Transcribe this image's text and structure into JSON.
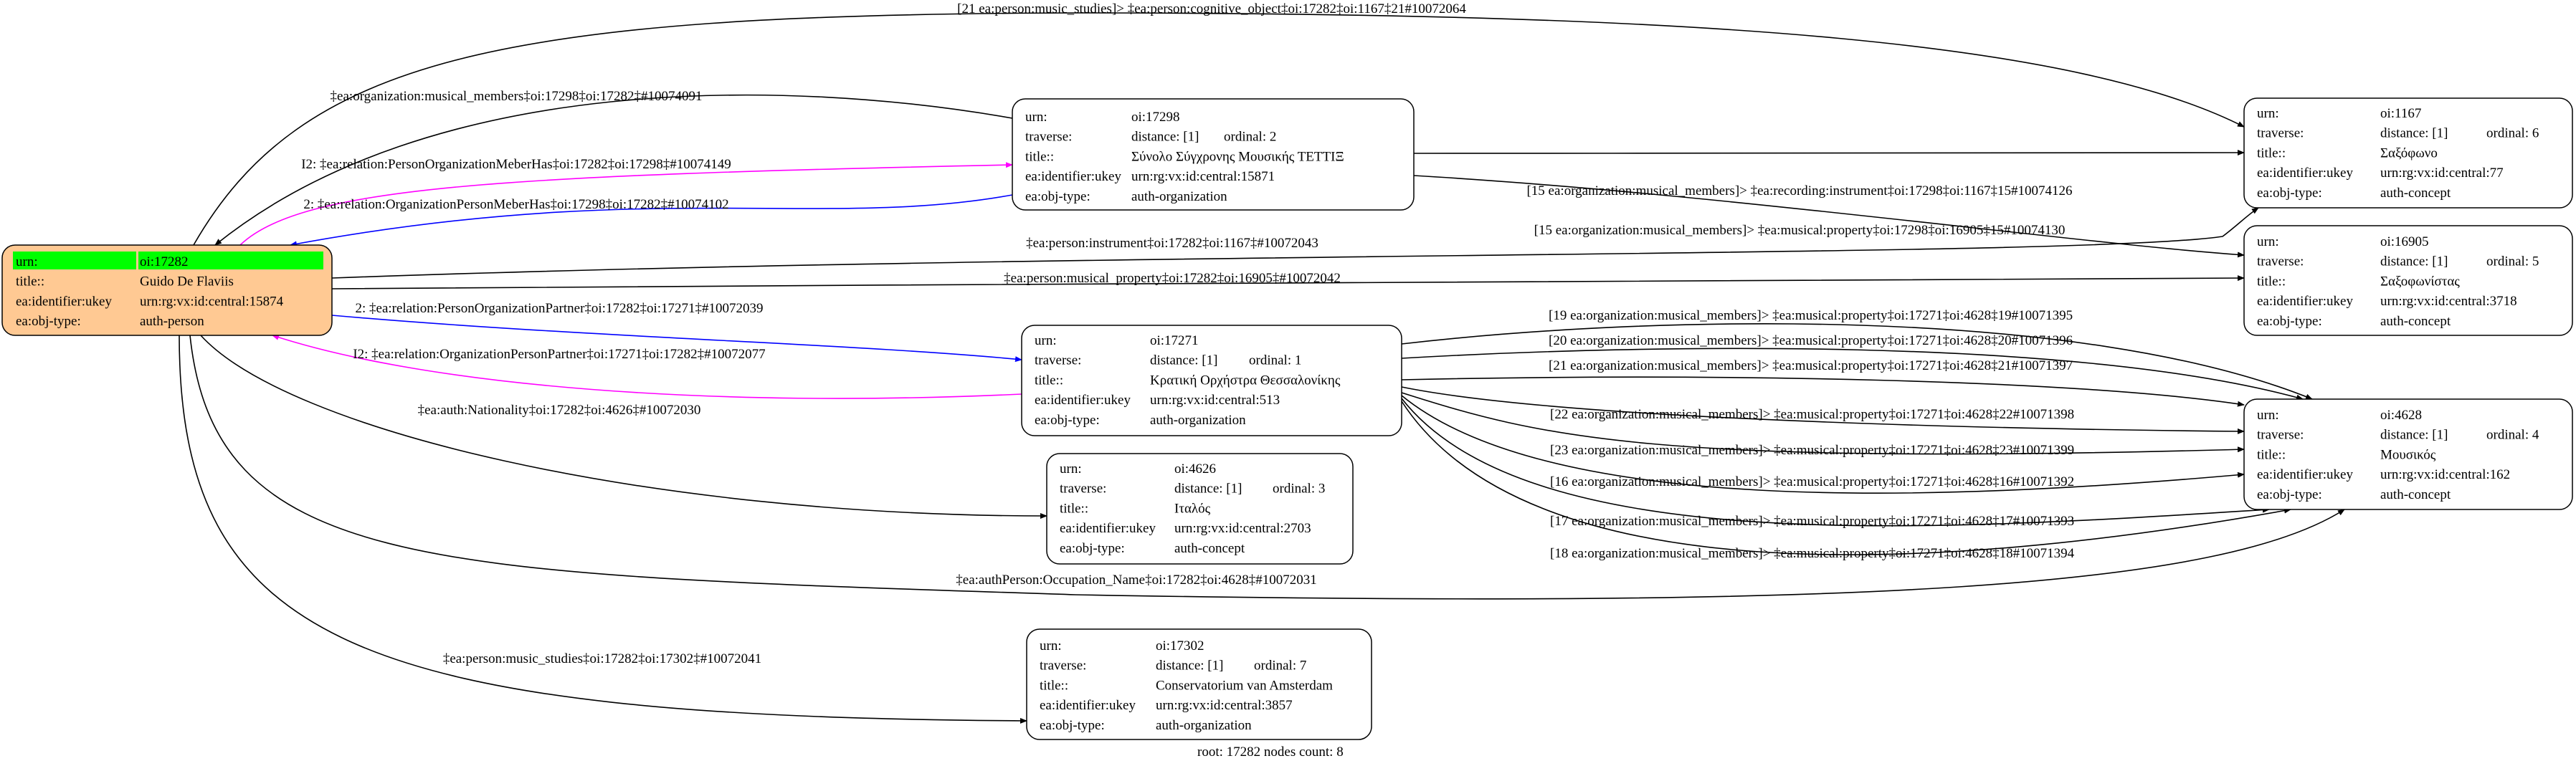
{
  "colors": {
    "root_fill": "#ffc993",
    "root_highlight": "#00ff00",
    "edge_default": "#000000",
    "edge_blue": "#0000ff",
    "edge_magenta": "#ff00ff"
  },
  "labels": {
    "urn": "urn:",
    "traverse": "traverse:",
    "title": "title::",
    "ukey": "ea:identifier:ukey",
    "type": "ea:obj-type:"
  },
  "nodes": [
    {
      "id": "17282",
      "root": true,
      "urn": "oi:17282",
      "title": "Guido De Flaviis",
      "ukey": "urn:rg:vx:id:central:15874",
      "type": "auth-person"
    },
    {
      "id": "17298",
      "urn": "oi:17298",
      "distance": "distance: [1]",
      "ordinal": "ordinal: 2",
      "title": "Σύνολο Σύγχρονης Μουσικής ΤΕΤΤΙΞ",
      "ukey": "urn:rg:vx:id:central:15871",
      "type": "auth-organization"
    },
    {
      "id": "1167",
      "urn": "oi:1167",
      "distance": "distance: [1]",
      "ordinal": "ordinal: 6",
      "title": "Σαξόφωνο",
      "ukey": "urn:rg:vx:id:central:77",
      "type": "auth-concept"
    },
    {
      "id": "16905",
      "urn": "oi:16905",
      "distance": "distance: [1]",
      "ordinal": "ordinal: 5",
      "title": "Σαξοφωνίστας",
      "ukey": "urn:rg:vx:id:central:3718",
      "type": "auth-concept"
    },
    {
      "id": "17271",
      "urn": "oi:17271",
      "distance": "distance: [1]",
      "ordinal": "ordinal: 1",
      "title": "Κρατική Ορχήστρα Θεσσαλονίκης",
      "ukey": "urn:rg:vx:id:central:513",
      "type": "auth-organization"
    },
    {
      "id": "4626",
      "urn": "oi:4626",
      "distance": "distance: [1]",
      "ordinal": "ordinal: 3",
      "title": "Ιταλός",
      "ukey": "urn:rg:vx:id:central:2703",
      "type": "auth-concept"
    },
    {
      "id": "4628",
      "urn": "oi:4628",
      "distance": "distance: [1]",
      "ordinal": "ordinal: 4",
      "title": "Μουσικός",
      "ukey": "urn:rg:vx:id:central:162",
      "type": "auth-concept"
    },
    {
      "id": "17302",
      "urn": "oi:17302",
      "distance": "distance: [1]",
      "ordinal": "ordinal: 7",
      "title": "Conservatorium van Amsterdam",
      "ukey": "urn:rg:vx:id:central:3857",
      "type": "auth-organization"
    }
  ],
  "edges": [
    {
      "from": "17282",
      "to": "1167",
      "color": "black",
      "label": "[21 ea:person:music_studies]> ‡ea:person:cognitive_object‡oi:17282‡oi:1167‡21#10072064"
    },
    {
      "from": "17298",
      "to": "17282",
      "color": "black",
      "label": "‡ea:organization:musical_members‡oi:17298‡oi:17282‡#10074091"
    },
    {
      "from": "17282",
      "to": "17298",
      "color": "magenta",
      "label": "I2: ‡ea:relation:PersonOrganizationMeberHas‡oi:17282‡oi:17298‡#10074149"
    },
    {
      "from": "17298",
      "to": "17282",
      "color": "blue",
      "label": "2: ‡ea:relation:OrganizationPersonMeberHas‡oi:17298‡oi:17282‡#10074102"
    },
    {
      "from": "17282",
      "to": "1167",
      "color": "black",
      "label": "‡ea:person:instrument‡oi:17282‡oi:1167‡#10072043"
    },
    {
      "from": "17282",
      "to": "16905",
      "color": "black",
      "label": "‡ea:person:musical_property‡oi:17282‡oi:16905‡#10072042"
    },
    {
      "from": "17282",
      "to": "17271",
      "color": "blue",
      "label": "2: ‡ea:relation:PersonOrganizationPartner‡oi:17282‡oi:17271‡#10072039"
    },
    {
      "from": "17271",
      "to": "17282",
      "color": "magenta",
      "label": "I2: ‡ea:relation:OrganizationPersonPartner‡oi:17271‡oi:17282‡#10072077"
    },
    {
      "from": "17282",
      "to": "4626",
      "color": "black",
      "label": "‡ea:auth:Nationality‡oi:17282‡oi:4626‡#10072030"
    },
    {
      "from": "17282",
      "to": "4628",
      "color": "black",
      "label": "‡ea:authPerson:Occupation_Name‡oi:17282‡oi:4628‡#10072031"
    },
    {
      "from": "17282",
      "to": "17302",
      "color": "black",
      "label": "‡ea:person:music_studies‡oi:17282‡oi:17302‡#10072041"
    },
    {
      "from": "17298",
      "to": "1167",
      "color": "black",
      "label": "[15 ea:organization:musical_members]> ‡ea:recording:instrument‡oi:17298‡oi:1167‡15#10074126"
    },
    {
      "from": "17298",
      "to": "16905",
      "color": "black",
      "label": "[15 ea:organization:musical_members]> ‡ea:musical:property‡oi:17298‡oi:16905‡15#10074130"
    },
    {
      "from": "17271",
      "to": "4628",
      "color": "black",
      "label": "[19 ea:organization:musical_members]> ‡ea:musical:property‡oi:17271‡oi:4628‡19#10071395"
    },
    {
      "from": "17271",
      "to": "4628",
      "color": "black",
      "label": "[20 ea:organization:musical_members]> ‡ea:musical:property‡oi:17271‡oi:4628‡20#10071396"
    },
    {
      "from": "17271",
      "to": "4628",
      "color": "black",
      "label": "[21 ea:organization:musical_members]> ‡ea:musical:property‡oi:17271‡oi:4628‡21#10071397"
    },
    {
      "from": "17271",
      "to": "4628",
      "color": "black",
      "label": "[22 ea:organization:musical_members]> ‡ea:musical:property‡oi:17271‡oi:4628‡22#10071398"
    },
    {
      "from": "17271",
      "to": "4628",
      "color": "black",
      "label": "[23 ea:organization:musical_members]> ‡ea:musical:property‡oi:17271‡oi:4628‡23#10071399"
    },
    {
      "from": "17271",
      "to": "4628",
      "color": "black",
      "label": "[16 ea:organization:musical_members]> ‡ea:musical:property‡oi:17271‡oi:4628‡16#10071392"
    },
    {
      "from": "17271",
      "to": "4628",
      "color": "black",
      "label": "[17 ea:organization:musical_members]> ‡ea:musical:property‡oi:17271‡oi:4628‡17#10071393"
    },
    {
      "from": "17271",
      "to": "4628",
      "color": "black",
      "label": "[18 ea:organization:musical_members]> ‡ea:musical:property‡oi:17271‡oi:4628‡18#10071394"
    }
  ],
  "footer": "root: 17282 nodes count: 8"
}
